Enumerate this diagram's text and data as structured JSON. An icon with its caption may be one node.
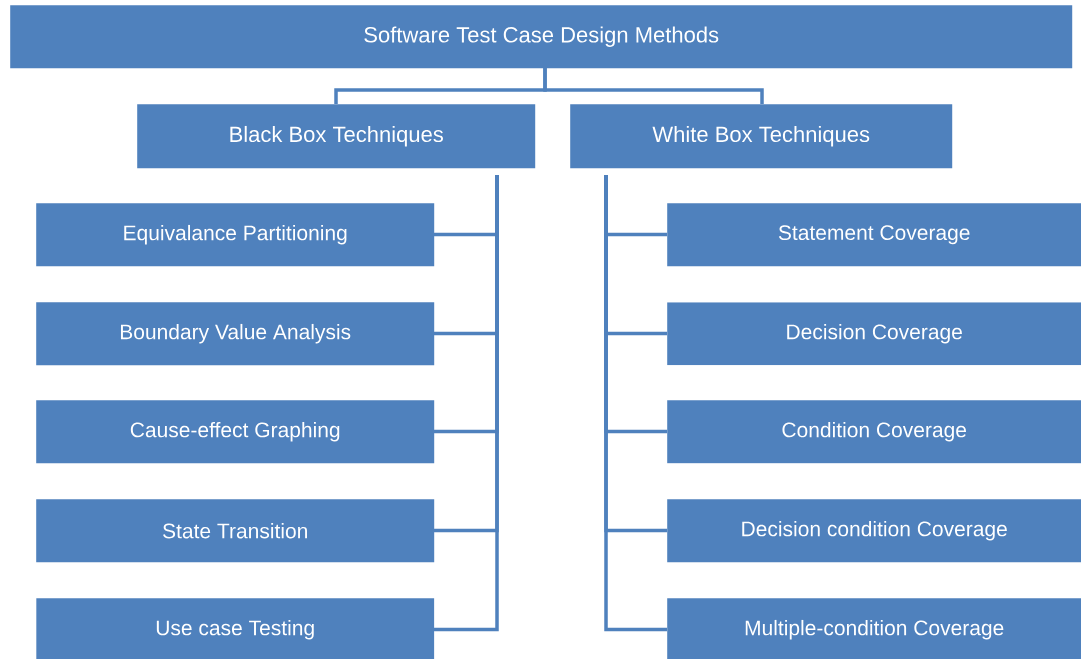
{
  "diagram": {
    "nodes": [
      {
        "text": [
          "Software Test Case Design Methods"
        ]
      },
      {
        "text": [
          "Black Box Techniques"
        ]
      },
      {
        "text": [
          "White Box Techniques"
        ]
      },
      {
        "text": [
          "Equivalance Partitioning"
        ]
      },
      {
        "text": [
          "Boundary Value Analysis"
        ]
      },
      {
        "text": [
          "Cause-effect Graphing"
        ]
      },
      {
        "text": [
          "State Transition"
        ]
      },
      {
        "text": [
          "Use case Testing"
        ]
      },
      {
        "text": [
          "Statement Coverage"
        ]
      },
      {
        "text": [
          "Decision Coverage"
        ]
      },
      {
        "text": [
          "Condition Coverage"
        ]
      },
      {
        "text": [
          "Decision condition Coverage"
        ]
      },
      {
        "text": [
          "Multiple-condition Coverage"
        ]
      }
    ],
    "edges": [
      {
        "from": 0,
        "to": 1,
        "arrow": "none"
      },
      {
        "from": 0,
        "to": 2,
        "arrow": "none"
      },
      {
        "from": 1,
        "to": 3,
        "arrow": "none"
      },
      {
        "from": 1,
        "to": 4,
        "arrow": "none"
      },
      {
        "from": 1,
        "to": 5,
        "arrow": "none"
      },
      {
        "from": 1,
        "to": 6,
        "arrow": "none"
      },
      {
        "from": 1,
        "to": 7,
        "arrow": "none"
      },
      {
        "from": 2,
        "to": 8,
        "arrow": "none"
      },
      {
        "from": 2,
        "to": 9,
        "arrow": "none"
      },
      {
        "from": 2,
        "to": 10,
        "arrow": "none"
      },
      {
        "from": 2,
        "to": 11,
        "arrow": "none"
      },
      {
        "from": 2,
        "to": 12,
        "arrow": "none"
      }
    ]
  }
}
